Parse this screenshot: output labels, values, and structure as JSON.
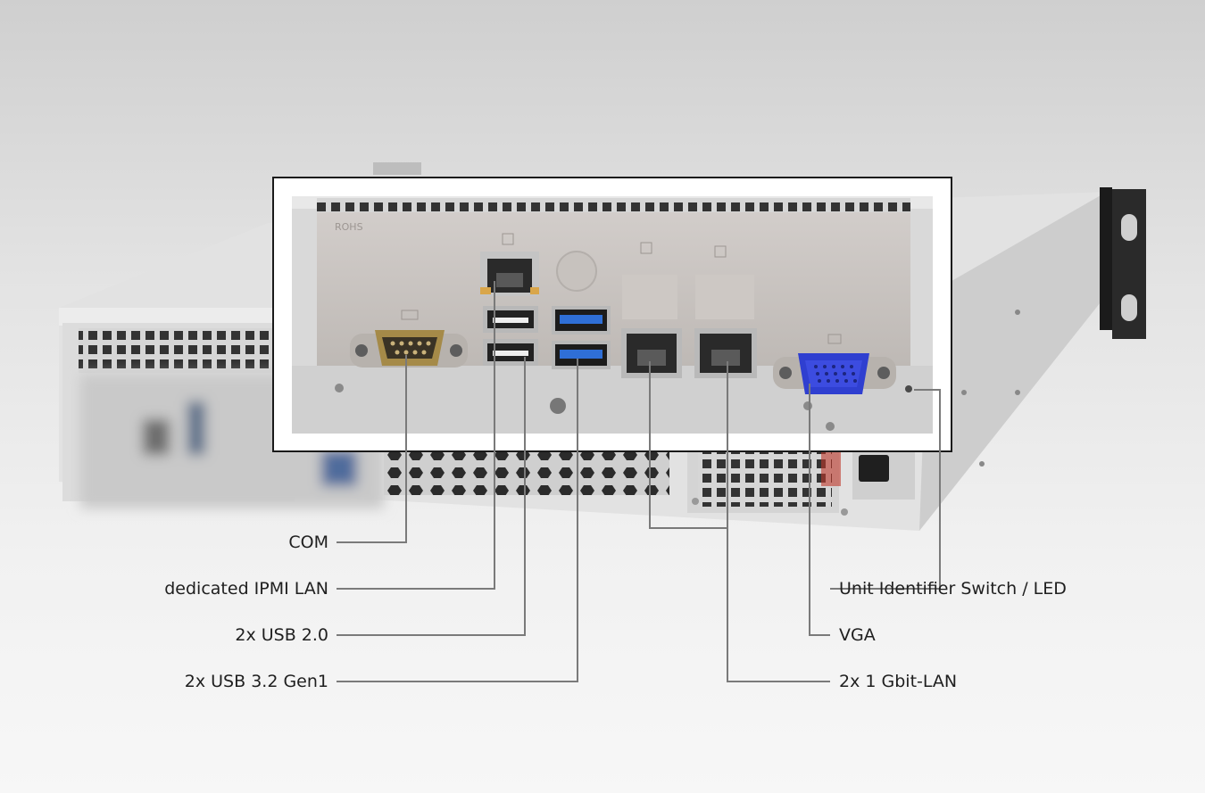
{
  "callouts_left": [
    {
      "id": "com",
      "text": "COM"
    },
    {
      "id": "ipmi-lan",
      "text": "dedicated IPMI LAN"
    },
    {
      "id": "usb2",
      "text": "2x USB 2.0"
    },
    {
      "id": "usb3",
      "text": "2x USB 3.2 Gen1"
    }
  ],
  "callouts_right": [
    {
      "id": "uid",
      "text": "Unit Identifier Switch / LED"
    },
    {
      "id": "vga",
      "text": "VGA"
    },
    {
      "id": "gbit-lan",
      "text": "2x 1 Gbit-LAN"
    }
  ],
  "panel": {
    "rohs_mark": "ROHS"
  },
  "colors": {
    "leader_line": "#7a7a7a",
    "usb3_blue": "#2f6fd6",
    "vga_blue": "#2f3fd0",
    "com_gold": "#a58a48",
    "io_shield": "#c9c4c0",
    "chassis": "#d8d8d8"
  }
}
